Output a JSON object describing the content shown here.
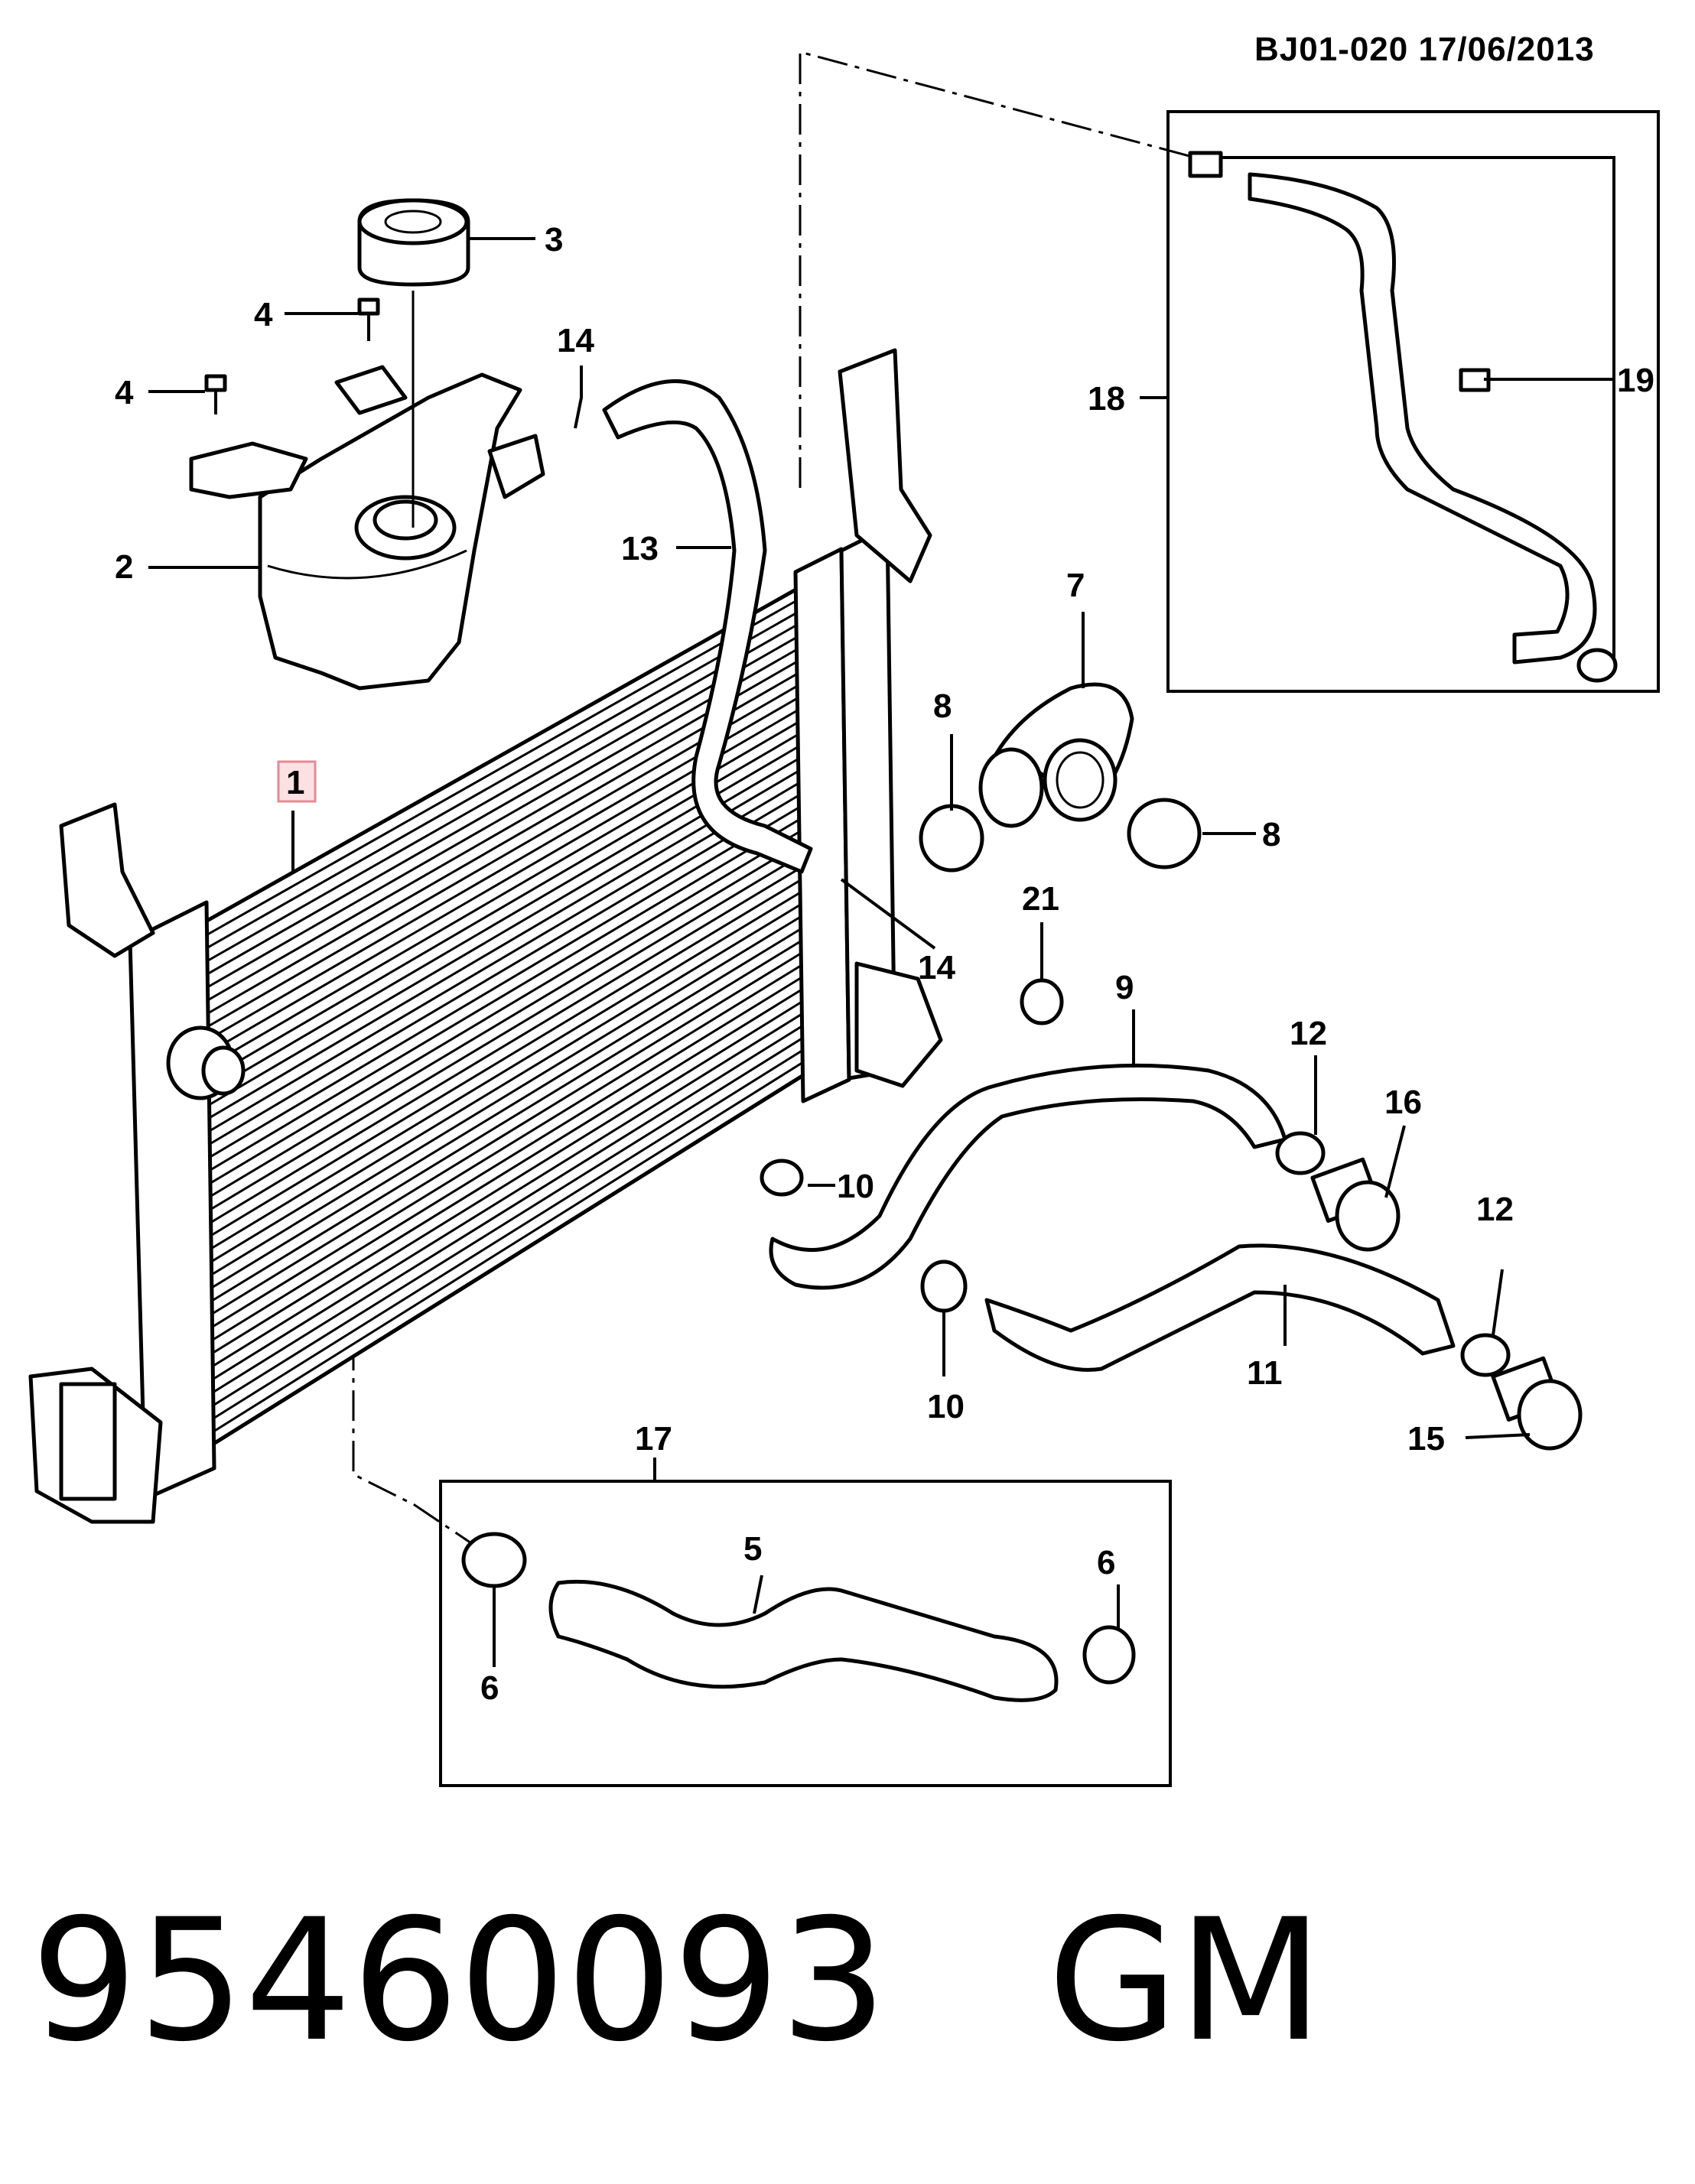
{
  "header": {
    "reference": "BJ01-020  17/06/2013"
  },
  "footer": {
    "part_number": "95460093",
    "brand": "GM"
  },
  "callouts": {
    "c1": "1",
    "c2": "2",
    "c3": "3",
    "c4a": "4",
    "c4b": "4",
    "c5": "5",
    "c6a": "6",
    "c6b": "6",
    "c7": "7",
    "c8a": "8",
    "c8b": "8",
    "c9": "9",
    "c10a": "10",
    "c10b": "10",
    "c11": "11",
    "c12a": "12",
    "c12b": "12",
    "c13": "13",
    "c14a": "14",
    "c14b": "14",
    "c15": "15",
    "c16": "16",
    "c17": "17",
    "c18": "18",
    "c19": "19",
    "c21": "21"
  },
  "colors": {
    "highlight_fill": "#fde0e3",
    "highlight_stroke": "#e58a95",
    "line": "#000000"
  }
}
